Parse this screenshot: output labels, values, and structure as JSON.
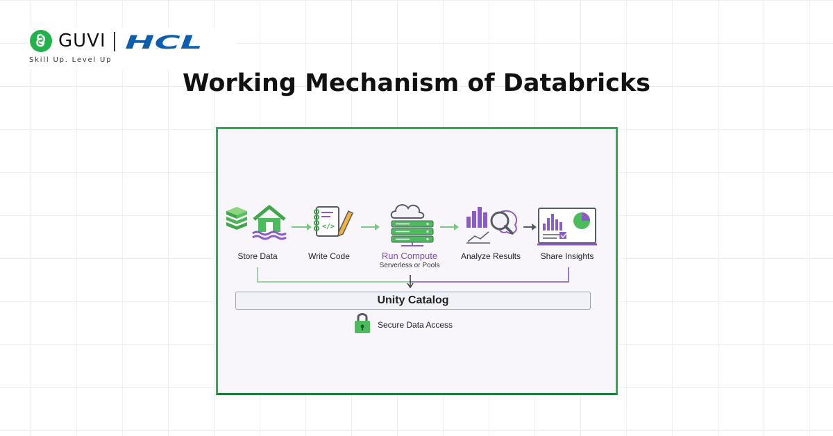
{
  "brand": {
    "guvi_name": "GUVI",
    "hcl_name": "HCL",
    "tagline": "Skill Up. Level Up",
    "guvi_color": "#22b24c",
    "hcl_color": "#0d5eaf"
  },
  "page": {
    "title": "Working Mechanism of Databricks"
  },
  "diagram": {
    "stages": [
      {
        "label": "Store Data",
        "icon": "database-home-icon"
      },
      {
        "label": "Write Code",
        "icon": "code-notebook-icon"
      },
      {
        "label": "Run Compute",
        "sublabel": "Serverless or Pools",
        "icon": "cloud-server-icon"
      },
      {
        "label": "Analyze Results",
        "icon": "analytics-search-icon"
      },
      {
        "label": "Share Insights",
        "icon": "dashboard-icon"
      }
    ],
    "catalog_label": "Unity Catalog",
    "secure_label": "Secure Data Access",
    "colors": {
      "green": "#4cbb5c",
      "purple": "#8b5cc4",
      "frame_border": "#22b24c",
      "arrow": "#7cc785"
    }
  }
}
